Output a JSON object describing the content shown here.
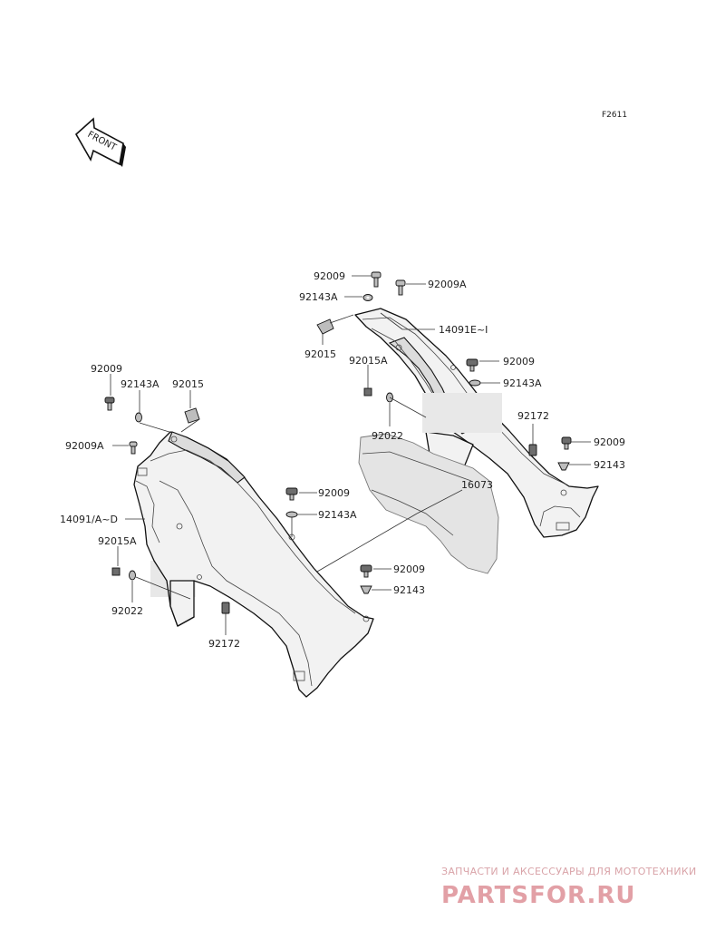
{
  "figure_code": "F2611",
  "front_arrow_label": "FRONT",
  "callouts": {
    "c1": "92009",
    "c2": "92009A",
    "c3": "92143A",
    "c4": "14091E~I",
    "c5": "92015",
    "c6": "92015A",
    "c7": "92009",
    "c8": "92143A",
    "c9": "92022",
    "c10": "92172",
    "c11": "92009",
    "c12": "92143",
    "c13": "16073",
    "c14": "92009",
    "c15": "92143A",
    "c16": "92015",
    "c17": "92009A",
    "c18": "14091/A~D",
    "c19": "92009",
    "c20": "92143A",
    "c21": "92015A",
    "c22": "92022",
    "c23": "92009",
    "c24": "92143",
    "c25": "92172"
  },
  "watermark": {
    "tagline": "ЗАПЧАСТИ И АКСЕССУАРЫ ДЛЯ МОТОТЕХНИКИ",
    "brand": "PARTSFOR.RU",
    "color": "#e2a0a6"
  }
}
